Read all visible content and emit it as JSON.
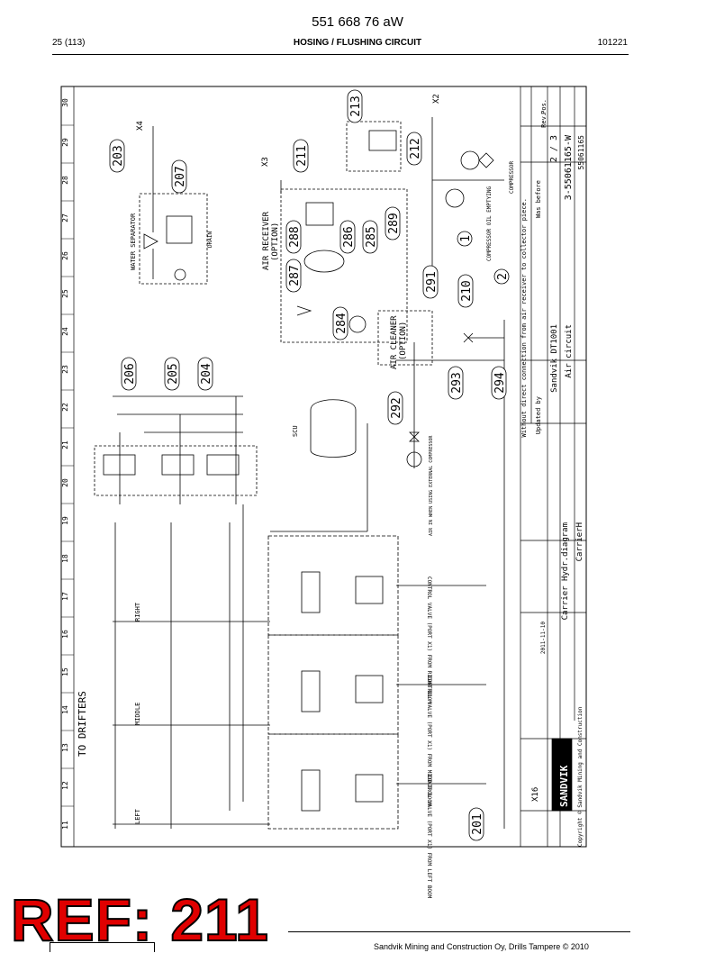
{
  "header": {
    "document_number": "551 668 76 aW",
    "page": "25 (113)",
    "title": "HOSING / FLUSHING CIRCUIT",
    "code": "101221"
  },
  "stamp": "REF: 211",
  "footer": {
    "copyright": "Sandvik Mining and Construction Oy, Drills Tampere © 2010"
  },
  "diagram": {
    "grid_numbers": [
      "30",
      "29",
      "28",
      "27",
      "26",
      "25",
      "24",
      "23",
      "22",
      "21",
      "20",
      "19",
      "18",
      "17",
      "16",
      "15",
      "14",
      "13",
      "12",
      "11"
    ],
    "callouts": {
      "c203": "203",
      "c207": "207",
      "c211": "211",
      "c212": "212",
      "c213": "213",
      "c206": "206",
      "c205": "205",
      "c204": "204",
      "c287": "287",
      "c288": "288",
      "c286": "286",
      "c285": "285",
      "c289": "289",
      "c284": "284",
      "c291": "291",
      "c210": "210",
      "c1": "1",
      "c2": "2",
      "c292": "292",
      "c293": "293",
      "c294": "294",
      "c201": "201"
    },
    "labels": {
      "x4": "X4",
      "x3": "X3",
      "x2": "X2",
      "x16": "X16",
      "water_separator": "WATER SEPARATOR",
      "drain": "DRAIN",
      "air_receiver": "AIR RECEIVER",
      "air_receiver_option": "(OPTION)",
      "air_cleaner": "AIR CLEANER",
      "air_cleaner_option": "(OPTION)",
      "compressor": "COMPRESSOR",
      "compressor_oil": "COMPRESSOR OIL EMPTYING",
      "to_drifters": "TO DRIFTERS",
      "right": "RIGHT",
      "middle": "MIDDLE",
      "left": "LEFT",
      "scu": "SCU",
      "air_in": "AIR IN WHEN USING EXTERNAL COMPRESSOR",
      "cv_right": "CONTROL VALVE (PORT X1) FROM RIGHT BOOM",
      "cv_middle": "CONTROL VALVE (PORT X1) FROM MIDDLE BOOM",
      "cv_left": "CONTROL VALVE (PORT X1) FROM LEFT BOOM",
      "note": "Without direct connection from air receiver to collector piece.",
      "changes": "Updated by",
      "was_before": "Was before",
      "sandvik_dt": "Sandvik DT1001",
      "air_circuit": "Air circuit",
      "carrier_hydr": "Carrier Hydr.diagram",
      "carrier": "CarrierH",
      "sheet": "2 / 3",
      "dwg_no": "3-55061165-W",
      "id_code": "55061165",
      "brand": "SANDVIK",
      "brand_copy": "Copyright © Sandvik Mining and Construction",
      "date": "2011-11-10",
      "pos": "Pos.",
      "rev": "Rev."
    }
  }
}
